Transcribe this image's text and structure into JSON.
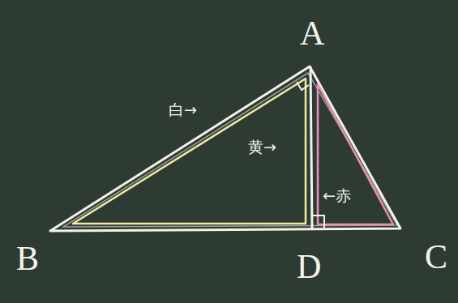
{
  "diagram": {
    "labels": [
      "A",
      "B",
      "C",
      "D",
      "白→",
      "黄→",
      "←赤"
    ]
  }
}
